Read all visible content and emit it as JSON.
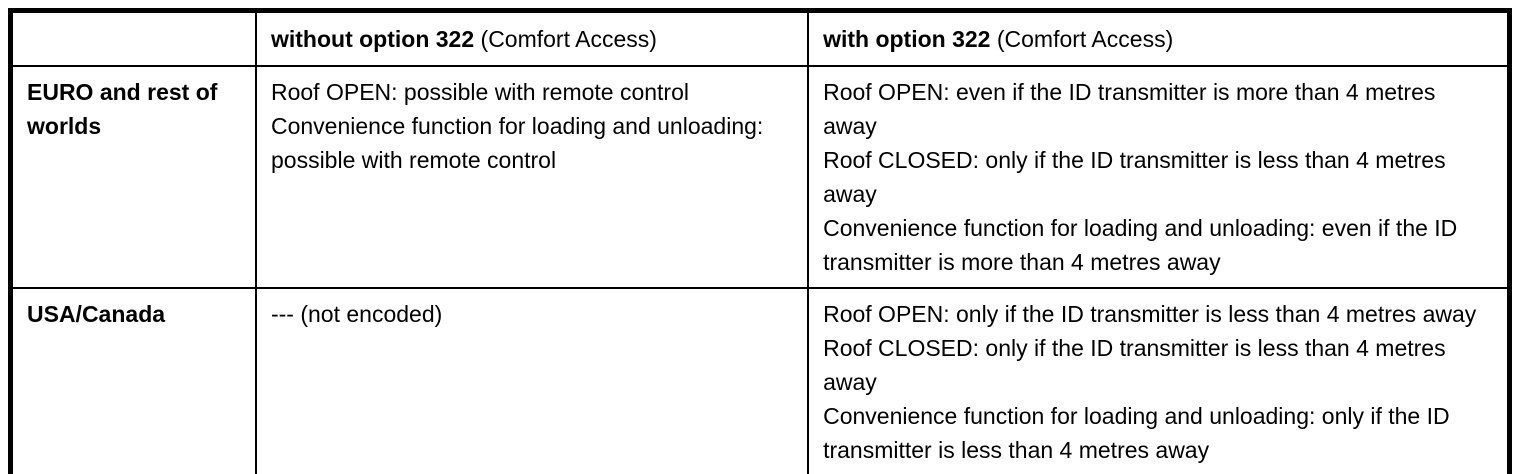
{
  "table": {
    "colors": {
      "border": "#000000",
      "text": "#000000",
      "background": "#ffffff"
    },
    "header": {
      "corner": "",
      "without": {
        "bold": "without option 322",
        "rest": " (Comfort Access)"
      },
      "with": {
        "bold": "with option 322",
        "rest": " (Comfort Access)"
      }
    },
    "rows": [
      {
        "region": "EURO and rest of worlds",
        "without": [
          "Roof OPEN: possible with remote control",
          "Convenience function for loading and unloading: possible with remote control"
        ],
        "with": [
          "Roof OPEN: even if the ID transmitter is more than 4 metres away",
          "Roof CLOSED: only if the ID transmitter is less than 4 metres away",
          "Convenience function for loading and unloading: even if the ID transmitter is more than 4 metres away"
        ]
      },
      {
        "region": "USA/Canada",
        "without": [
          "--- (not encoded)"
        ],
        "with": [
          "Roof OPEN: only if the ID transmitter is less than 4 metres away",
          "Roof CLOSED: only if the ID transmitter is less than 4 metres away",
          "Convenience function for loading and unloading: only if the ID transmitter is less than 4 metres away"
        ]
      }
    ]
  }
}
